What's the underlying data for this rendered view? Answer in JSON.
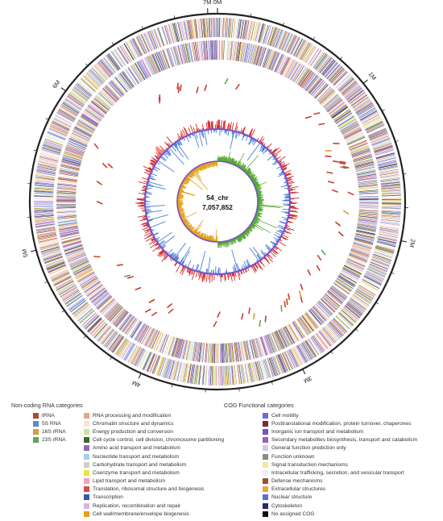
{
  "genome": {
    "name": "54_chr",
    "length_label": "7,057,852",
    "length_bp": 7057852
  },
  "scale": {
    "labels": [
      "0M",
      "1M",
      "2M",
      "3M",
      "4M",
      "5M",
      "6M",
      "7M"
    ],
    "positions_mb": [
      0,
      1,
      2,
      3,
      4,
      5,
      6,
      7
    ]
  },
  "tracks": {
    "gc_content_colors": {
      "above": "#d62728",
      "below": "#4a7fd6"
    },
    "gc_skew_colors": {
      "positive": "#55aa33",
      "negative": "#e3a21a"
    },
    "inner_ring_color": "#7b4fc9"
  },
  "legend": {
    "ncrna_title": "Non-coding RNA categories",
    "cog_title": "COG Functional categories",
    "ncrna": [
      {
        "label": "tRNA",
        "color": "#b5443a"
      },
      {
        "label": "5S RNA",
        "color": "#5b8dd0"
      },
      {
        "label": "16S rRNA",
        "color": "#d3a13a"
      },
      {
        "label": "23S rRNA",
        "color": "#5fa35a"
      }
    ],
    "cog_col1": [
      {
        "label": "RNA processing and modification",
        "color": "#e8a58c"
      },
      {
        "label": "Chromatin structure and dynamics",
        "color": "#fbe3cf"
      },
      {
        "label": "Energy production and conversion",
        "color": "#c9e3a6"
      },
      {
        "label": "Cell cycle control, cell division, chromosome partitioning",
        "color": "#3d6b2e"
      },
      {
        "label": "Amino acid transport and metabolism",
        "color": "#8e6bb8"
      },
      {
        "label": "Nucleotide transport and metabolism",
        "color": "#9fd3e8"
      },
      {
        "label": "Carbohydrate transport and metabolism",
        "color": "#cfcfcf"
      },
      {
        "label": "Coenzyme transport and metabolism",
        "color": "#e9e542"
      },
      {
        "label": "Lipid transport and metabolism",
        "color": "#f2a3b1"
      },
      {
        "label": "Translation, ribosomal structure and biogenesis",
        "color": "#d64a56"
      },
      {
        "label": "Transcription",
        "color": "#3a57a8"
      },
      {
        "label": "Replication, recombination and repair",
        "color": "#d9b3e3"
      },
      {
        "label": "Cell wall/membrane/envelope biogenesis",
        "color": "#e3a21a"
      }
    ],
    "cog_col2": [
      {
        "label": "Cell motility",
        "color": "#6b6bd6"
      },
      {
        "label": "Posttranslational modification, protein turnover, chaperones",
        "color": "#7a2a3a"
      },
      {
        "label": "Inorganic ion transport and metabolism",
        "color": "#7b4fc9"
      },
      {
        "label": "Secondary metabolites biosynthesis, transport and catabolism",
        "color": "#9b5fb5"
      },
      {
        "label": "General function prediction only",
        "color": "#d8c8e8"
      },
      {
        "label": "Function unknown",
        "color": "#8a8a8a"
      },
      {
        "label": "Signal transduction mechanisms",
        "color": "#f3e7a0"
      },
      {
        "label": "Intracellular trafficking, secretion, and vesicular transport",
        "color": "#e8f2f8"
      },
      {
        "label": "Defense mechanisms",
        "color": "#a0522d"
      },
      {
        "label": "Extracellular structures",
        "color": "#f2a33a"
      },
      {
        "label": "Nuclear structure",
        "color": "#5a6fd6"
      },
      {
        "label": "Cytoskeleton",
        "color": "#2a2a6b"
      },
      {
        "label": "No assigned COG",
        "color": "#111111"
      }
    ]
  }
}
